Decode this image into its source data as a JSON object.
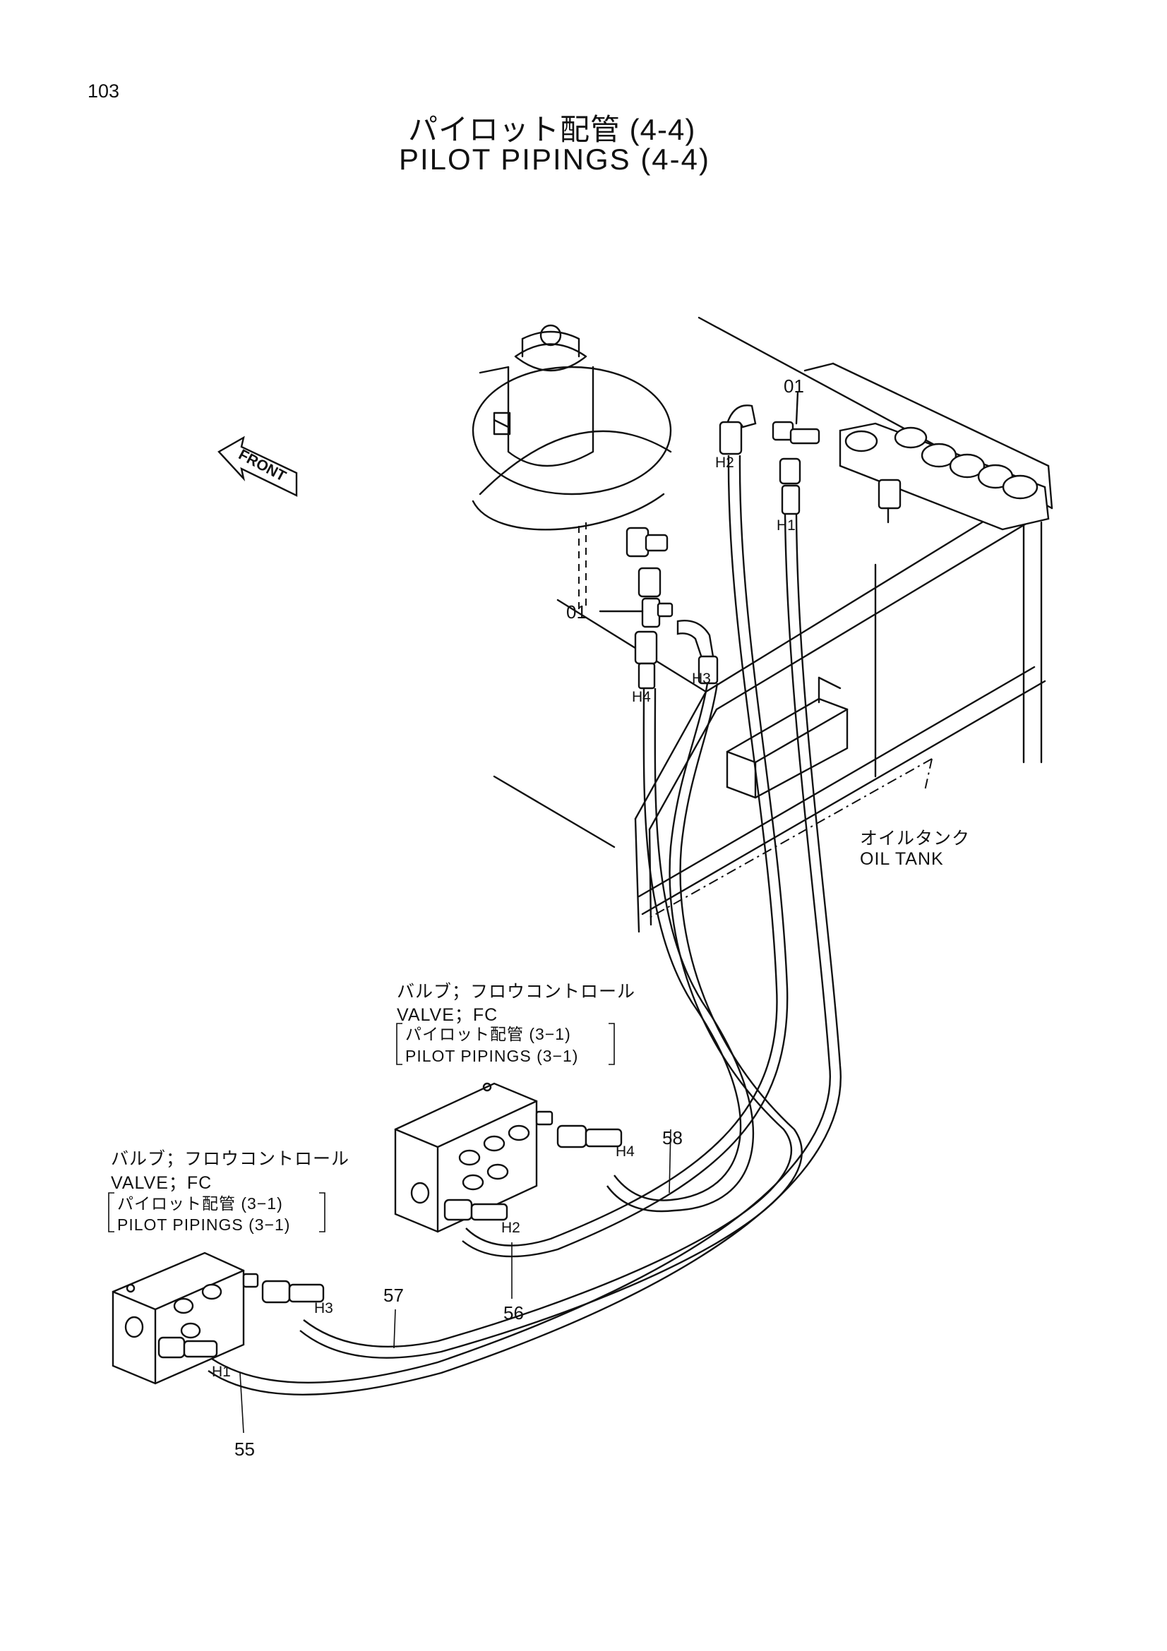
{
  "page_number": "103",
  "title_jp": "パイロット配管 (4-4)",
  "title_en": "PILOT PIPINGS (4-4)",
  "front_arrow_label": "FRONT",
  "oil_tank": {
    "jp": "オイルタンク",
    "en": "OIL TANK"
  },
  "valve_upper": {
    "name_jp": "バルブ；フロウコントロール",
    "name_en": "VALVE；FC",
    "ref_jp": "パイロット配管 (3−1)",
    "ref_en": "PILOT PIPINGS (3−1)"
  },
  "valve_lower": {
    "name_jp": "バルブ；フロウコントロール",
    "name_en": "VALVE；FC",
    "ref_jp": "パイロット配管 (3−1)",
    "ref_en": "PILOT PIPINGS (3−1)"
  },
  "part_labels": {
    "fitting_top": "01",
    "fitting_left": "01",
    "h1_top": "H1",
    "h2_top": "H2",
    "h3_top": "H3",
    "h4_top": "H4",
    "h4_valve": "H4",
    "h2_valve": "H2",
    "h3_valve": "H3",
    "h1_valve": "H1",
    "hose_58": "58",
    "hose_56": "56",
    "hose_57": "57",
    "hose_55": "55"
  }
}
